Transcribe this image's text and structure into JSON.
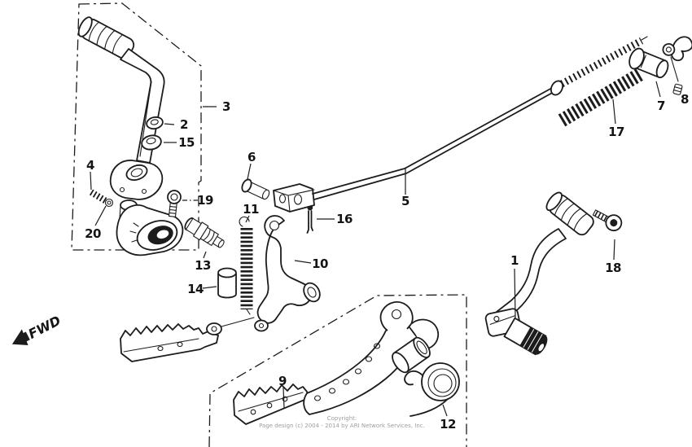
{
  "diagram": {
    "fwd_marker": "FWD",
    "copyright": {
      "line1": "Copyright:",
      "line2": "Page design (c) 2004 - 2014 by ARI Network Services, Inc."
    },
    "colors": {
      "background": "#ffffff",
      "line": "#1c1c1c",
      "muted_text": "#9e9e9e"
    },
    "callouts": [
      {
        "num": "1"
      },
      {
        "num": "2"
      },
      {
        "num": "3"
      },
      {
        "num": "4"
      },
      {
        "num": "5"
      },
      {
        "num": "6"
      },
      {
        "num": "7"
      },
      {
        "num": "8"
      },
      {
        "num": "9"
      },
      {
        "num": "10"
      },
      {
        "num": "11"
      },
      {
        "num": "12"
      },
      {
        "num": "13"
      },
      {
        "num": "14"
      },
      {
        "num": "15"
      },
      {
        "num": "16"
      },
      {
        "num": "17"
      },
      {
        "num": "18"
      },
      {
        "num": "19"
      },
      {
        "num": "20"
      }
    ]
  }
}
